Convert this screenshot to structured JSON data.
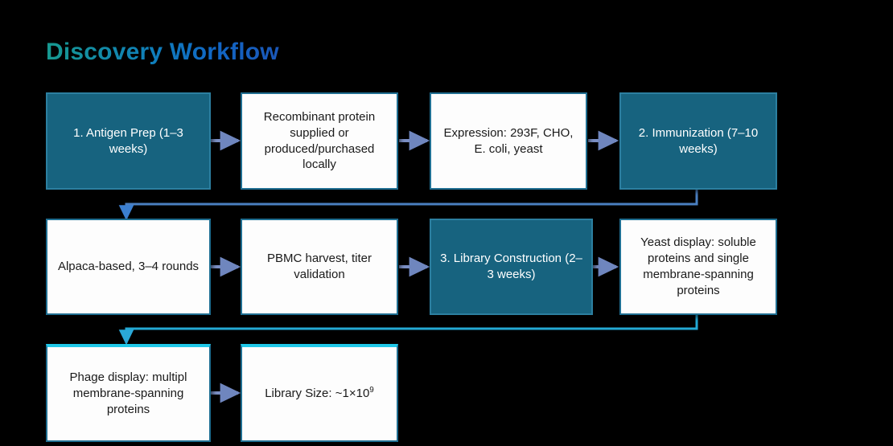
{
  "page": {
    "title": "Discovery Workflow",
    "background": "#000000",
    "accent_teal": "#17637F",
    "accent_cyan": "#1FC8E8",
    "arrow_color": "#7B8FC4",
    "connector_blue": "#4A7FC1",
    "border_blue": "#1F6E91"
  },
  "diagram": {
    "type": "flowchart",
    "rows": [
      {
        "row_name": "row-1",
        "nodes": [
          {
            "id": "antigen-prep",
            "label": "1. Antigen Prep (1–3 weeks)",
            "style": "teal"
          },
          {
            "id": "recombinant-protein",
            "label": "Recombinant protein supplied or produced/purchased locally",
            "style": "white"
          },
          {
            "id": "expression-systems",
            "label": "Expression: 293F, CHO, E. coli, yeast",
            "style": "white"
          },
          {
            "id": "immunization",
            "label": "2. Immunization (7–10 weeks)",
            "style": "teal"
          }
        ]
      },
      {
        "row_name": "row-2",
        "nodes": [
          {
            "id": "alpaca-rounds",
            "label": "Alpaca-based, 3–4 rounds",
            "style": "white"
          },
          {
            "id": "pbmc-harvest",
            "label": "PBMC harvest, titer validation",
            "style": "white"
          },
          {
            "id": "library-construction",
            "label": "3. Library Construction (2–3 weeks)",
            "style": "teal"
          },
          {
            "id": "yeast-display",
            "label": "Yeast display: soluble proteins and single membrane-spanning proteins",
            "style": "white"
          }
        ]
      },
      {
        "row_name": "row-3",
        "nodes": [
          {
            "id": "phage-display",
            "label": "Phage display: multipl membrane-spanning proteins",
            "style": "white-cyan"
          },
          {
            "id": "library-size",
            "label_html": "Library Size: ~1×10<sup>9</sup>",
            "style": "white-cyan"
          }
        ]
      }
    ],
    "connectors": [
      {
        "name": "antigen-to-recombinant",
        "kind": "arrow-right"
      },
      {
        "name": "recombinant-to-expression",
        "kind": "arrow-right"
      },
      {
        "name": "expression-to-immunization",
        "kind": "arrow-right"
      },
      {
        "name": "immunization-to-alpaca",
        "kind": "elbow-down-left"
      },
      {
        "name": "alpaca-to-pbmc",
        "kind": "arrow-right"
      },
      {
        "name": "pbmc-to-library",
        "kind": "arrow-right"
      },
      {
        "name": "library-to-yeast",
        "kind": "arrow-right"
      },
      {
        "name": "yeast-to-phage",
        "kind": "elbow-down-left-cyan"
      },
      {
        "name": "phage-to-library-size",
        "kind": "arrow-right"
      }
    ]
  }
}
